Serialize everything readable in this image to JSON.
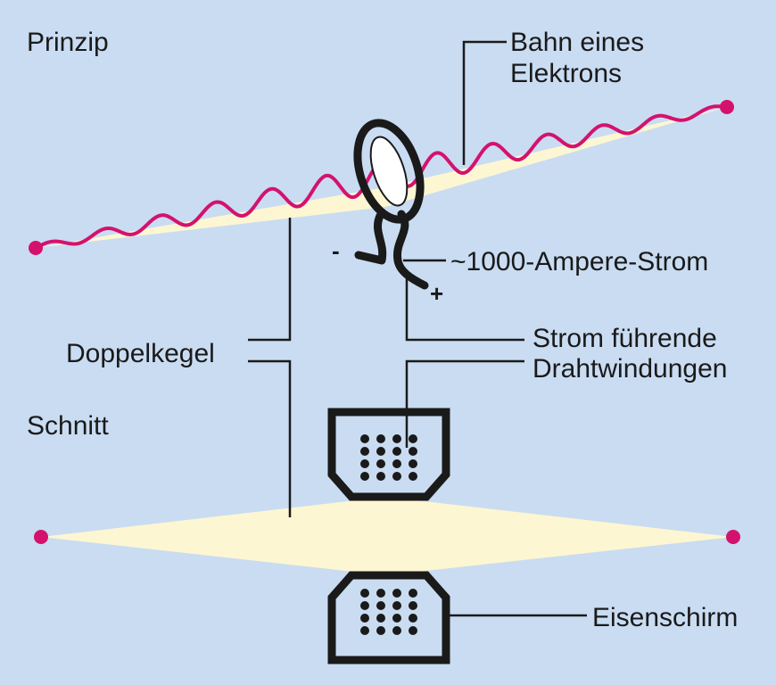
{
  "labels": {
    "prinzip": "Prinzip",
    "schnitt": "Schnitt",
    "bahn_line1": "Bahn eines",
    "bahn_line2": "Elektrons",
    "strom_ampere": "~1000-Ampere-Strom",
    "strom_fuehrende_line1": "Strom führende",
    "strom_fuehrende_line2": "Drahtwindungen",
    "doppelkegel": "Doppelkegel",
    "eisenschirm": "Eisenschirm",
    "minus": "-",
    "plus": "+"
  },
  "colors": {
    "background": "#c9dcf2",
    "cone_fill": "#fdf6d2",
    "electron_path": "#d4126e",
    "wire": "#1a1a1a",
    "leader_line": "#1a1a1a",
    "iron_shield": "#1a1a1a",
    "coil_inner": "#ffffff"
  }
}
